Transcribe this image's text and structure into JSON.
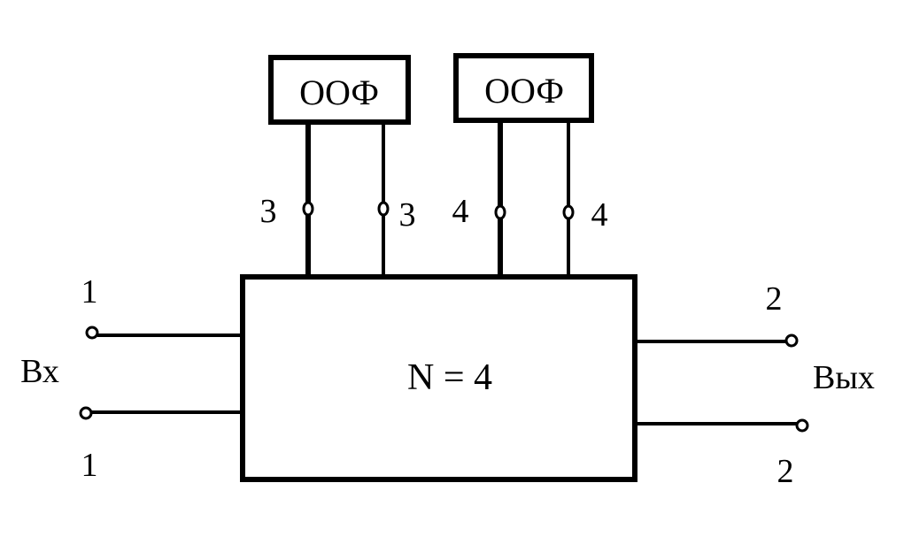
{
  "diagram": {
    "main_block": {
      "label": "N = 4"
    },
    "filters": [
      {
        "label": "ООФ"
      },
      {
        "label": "ООФ"
      }
    ],
    "port_labels": {
      "p3_left": "3",
      "p3_right": "3",
      "p4_left": "4",
      "p4_right": "4",
      "in_top": "1",
      "in_bottom": "1",
      "out_top": "2",
      "out_bottom": "2"
    },
    "input_label": "Вх",
    "output_label": "Вых",
    "line_color": "#000000"
  }
}
